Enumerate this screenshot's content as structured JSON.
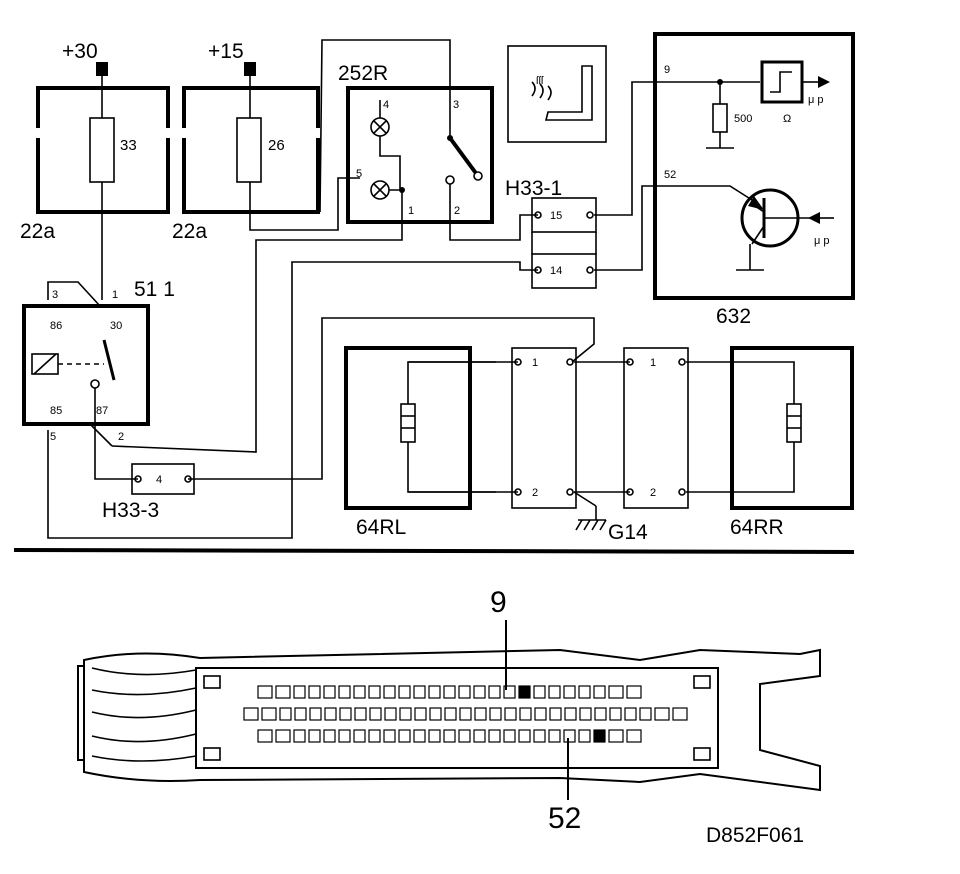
{
  "supplies": {
    "plus30": "+30",
    "plus15": "+15"
  },
  "fuses": [
    {
      "box": "22a",
      "number": "33"
    },
    {
      "box": "22a",
      "number": "26"
    }
  ],
  "switch252": {
    "label": "252R",
    "pin_top_left": "4",
    "pin_top_right": "3",
    "pin_left": "5",
    "pin_bottom_left": "1",
    "pin_bottom_right": "2"
  },
  "relay51": {
    "label": "51  1",
    "pin_top_left": "3",
    "pin_top_mid": "1",
    "pin_86": "86",
    "pin_30": "30",
    "pin_85": "85",
    "pin_87": "87",
    "pin_5": "5",
    "pin_2": "2"
  },
  "connectors": {
    "h33_1": {
      "label": "H33-1",
      "pin_top": "15",
      "pin_bottom": "14"
    },
    "h33_3": {
      "label": "H33-3",
      "pin": "4"
    },
    "left_block": {
      "pin_top": "1",
      "pin_bottom": "2"
    },
    "right_block": {
      "pin_top": "1",
      "pin_bottom": "2"
    }
  },
  "ecu632": {
    "label": "632",
    "pin_9": "9",
    "pin_52": "52",
    "resistor": "500",
    "ohm": "Ω",
    "mup_top": "μ p",
    "mup_bottom": "μ p"
  },
  "heaters": {
    "left": "64RL",
    "right": "64RR"
  },
  "ground": {
    "label": "G14"
  },
  "connector_view": {
    "pin_9": "9",
    "pin_52": "52"
  },
  "figure_id": "D852F061"
}
